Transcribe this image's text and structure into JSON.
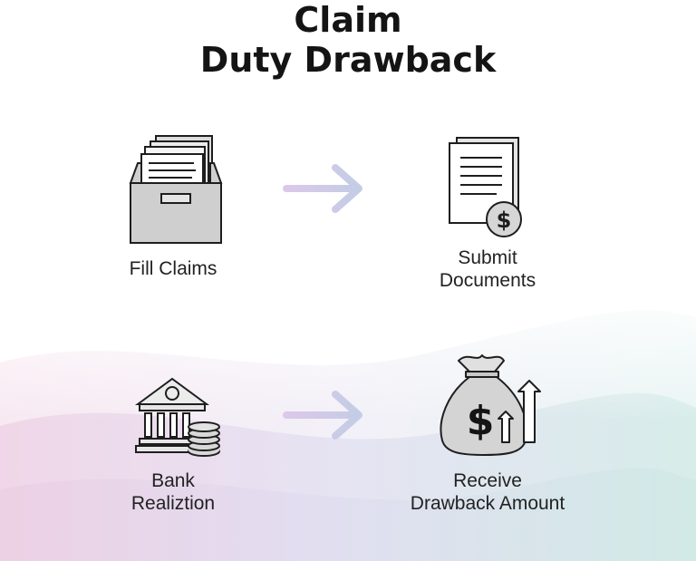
{
  "title": {
    "line1": "Claim",
    "line2": "Duty Drawback"
  },
  "steps": [
    {
      "id": "fill",
      "label_lines": [
        "Fill Claims"
      ],
      "icon": "file-box-icon"
    },
    {
      "id": "submit",
      "label_lines": [
        "Submit",
        "Documents"
      ],
      "icon": "document-dollar-icon"
    },
    {
      "id": "bank",
      "label_lines": [
        "Bank",
        "Realiztion"
      ],
      "icon": "bank-coins-icon"
    },
    {
      "id": "receive",
      "label_lines": [
        "Receive",
        "Drawback Amount"
      ],
      "icon": "money-bag-icon"
    }
  ],
  "icons": {
    "document_coin_symbol": "$",
    "money_bag_symbol": "$"
  },
  "colors": {
    "arrow_start": "#d9c4e6",
    "arrow_end": "#c5cfe8",
    "icon_stroke": "#1e1e1e",
    "icon_fill": "#cfcfcf"
  }
}
